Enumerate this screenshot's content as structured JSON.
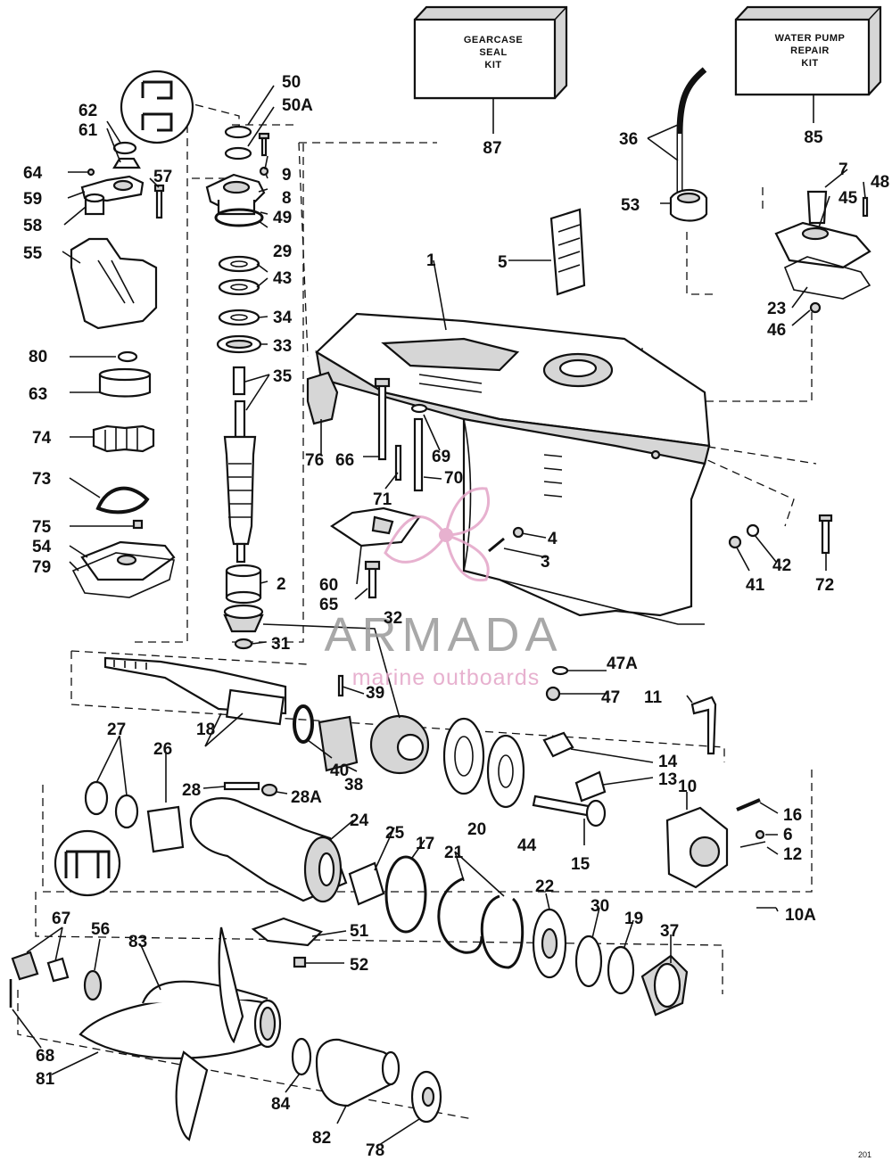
{
  "kits": {
    "gearcase_seal": {
      "line1": "GEARCASE",
      "line2": "SEAL",
      "line3": "KIT"
    },
    "water_pump": {
      "line1": "WATER PUMP",
      "line2": "REPAIR",
      "line3": "KIT"
    }
  },
  "watermark": {
    "brand": "ARMADA",
    "tagline": "marine outboards"
  },
  "corner_code": "201",
  "colors": {
    "ink": "#111111",
    "watermark_gray": "#9a9a9a",
    "watermark_pink": "#e3a4c7"
  },
  "callouts": {
    "c1": "1",
    "c2": "2",
    "c3": "3",
    "c4": "4",
    "c5": "5",
    "c6": "6",
    "c7": "7",
    "c8": "8",
    "c9": "9",
    "c10": "10",
    "c10A": "10A",
    "c11": "11",
    "c12": "12",
    "c13": "13",
    "c14": "14",
    "c15": "15",
    "c16": "16",
    "c17": "17",
    "c18": "18",
    "c19": "19",
    "c20": "20",
    "c21": "21",
    "c22": "22",
    "c23": "23",
    "c24": "24",
    "c25": "25",
    "c26": "26",
    "c27": "27",
    "c28": "28",
    "c28A": "28A",
    "c29": "29",
    "c30": "30",
    "c31": "31",
    "c32": "32",
    "c33": "33",
    "c34": "34",
    "c35": "35",
    "c36": "36",
    "c37": "37",
    "c38": "38",
    "c39": "39",
    "c40": "40",
    "c41": "41",
    "c42": "42",
    "c43": "43",
    "c44": "44",
    "c45": "45",
    "c46": "46",
    "c47": "47",
    "c47A": "47A",
    "c48": "48",
    "c49": "49",
    "c50": "50",
    "c50A": "50A",
    "c51": "51",
    "c52": "52",
    "c53": "53",
    "c54": "54",
    "c55": "55",
    "c56": "56",
    "c57": "57",
    "c58": "58",
    "c59": "59",
    "c60": "60",
    "c61": "61",
    "c62": "62",
    "c63": "63",
    "c64": "64",
    "c65": "65",
    "c66": "66",
    "c67": "67",
    "c68": "68",
    "c69": "69",
    "c70": "70",
    "c71": "71",
    "c72": "72",
    "c73": "73",
    "c74": "74",
    "c75": "75",
    "c76": "76",
    "c78": "78",
    "c79": "79",
    "c80": "80",
    "c81": "81",
    "c82": "82",
    "c83": "83",
    "c84": "84",
    "c85": "85",
    "c87": "87"
  }
}
